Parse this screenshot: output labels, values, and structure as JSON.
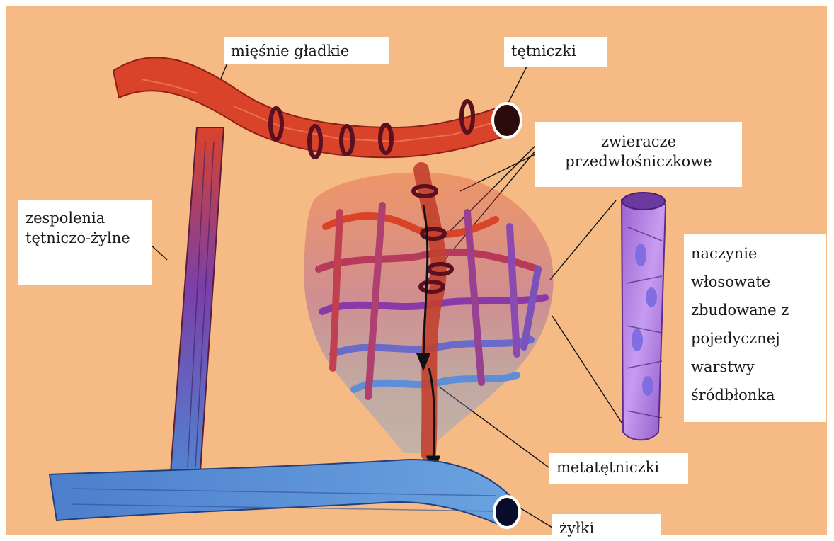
{
  "labels": {
    "smooth_muscle": "mięśnie gładkie",
    "arterioles": "tętniczki",
    "precapillary_sphincters": [
      "zwieracze",
      "przedwłośniczkowe"
    ],
    "anastomoses": [
      "zespolenia",
      "tętniczo-żylne"
    ],
    "capillary": [
      "naczynie",
      "włosowate",
      "zbudowane z",
      "pojedycznej",
      "warstwy",
      "śródbłonka"
    ],
    "metarterioles": "metatętniczki",
    "venules": "żyłki"
  },
  "colors": {
    "background": "#f6bb85",
    "artery": "#d9432a",
    "artery_dark": "#a5231a",
    "vein": "#5b8fd6",
    "vein_dark": "#2d4f9a",
    "mixed": "#7b3fa8",
    "capillary_cell": "#b78ae0",
    "sphincter": "#5a1020"
  }
}
